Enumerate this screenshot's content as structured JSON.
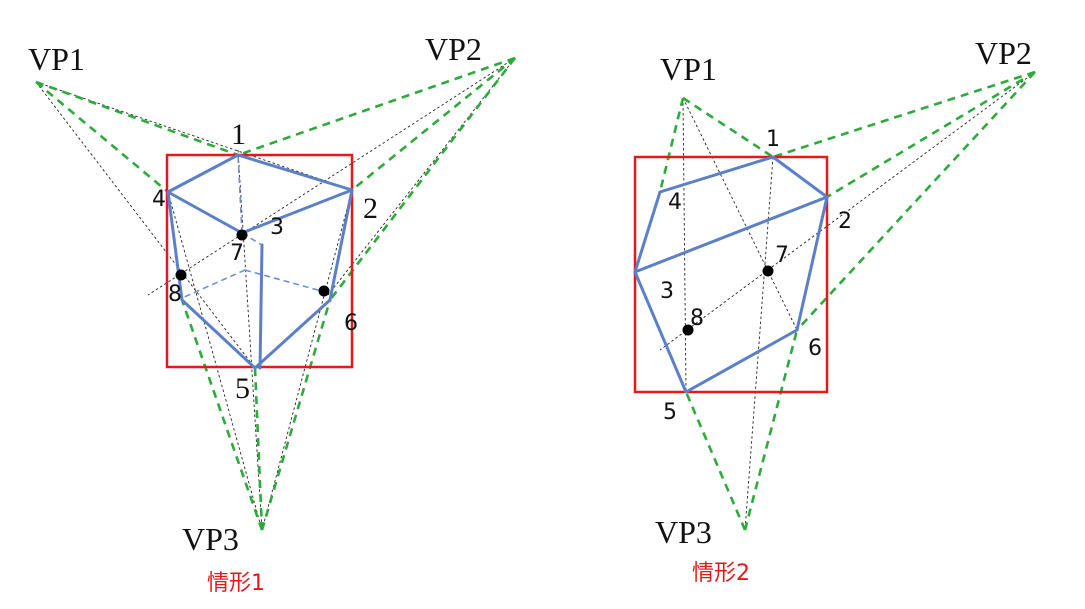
{
  "panels": [
    {
      "caption": "情形1",
      "vanishing_points": [
        "VP1",
        "VP2",
        "VP3"
      ],
      "point_labels": [
        "1",
        "2",
        "3",
        "4",
        "5",
        "6",
        "7",
        "8"
      ]
    },
    {
      "caption": "情形2",
      "vanishing_points": [
        "VP1",
        "VP2",
        "VP3"
      ],
      "point_labels": [
        "1",
        "2",
        "3",
        "4",
        "5",
        "6",
        "7",
        "8"
      ]
    }
  ],
  "colors": {
    "frame": "#e41a1a",
    "cube_edges": "#5b7fc8",
    "vanishing_lines": "#2eaa3c",
    "caption": "#e01919"
  }
}
